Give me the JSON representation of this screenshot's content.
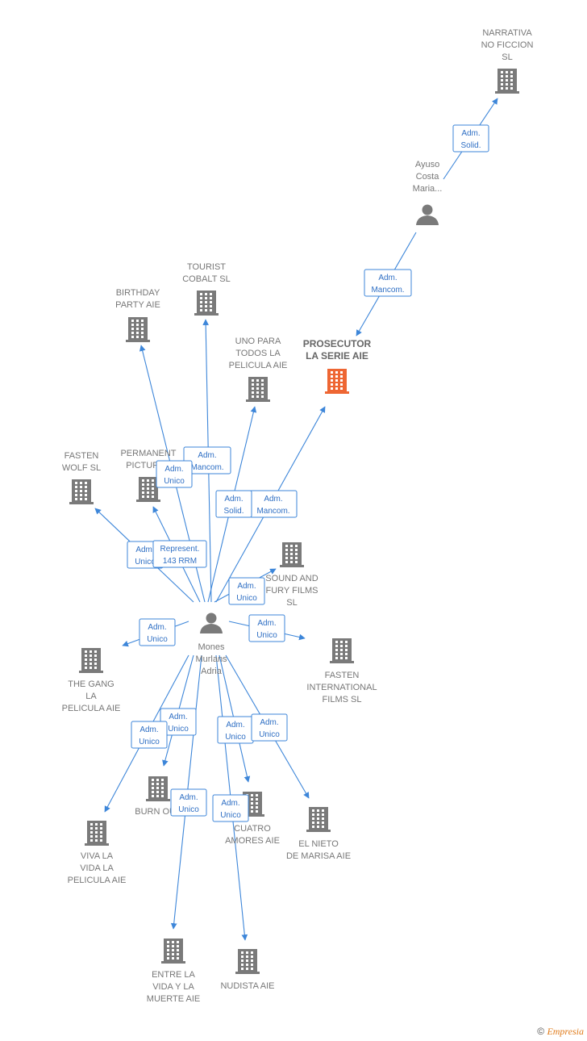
{
  "colors": {
    "edge": "#3d86d9",
    "building": "#7a7a7a",
    "focus_building": "#ee6633",
    "person": "#7a7a7a",
    "brand": "#e07b1a"
  },
  "nodes": [
    {
      "id": "narrativa",
      "kind": "building",
      "icon": "building-icon",
      "label": [
        "NARRATIVA",
        "NO FICCION",
        "SL"
      ]
    },
    {
      "id": "ayuso",
      "kind": "person",
      "icon": "person-icon",
      "label": [
        "Ayuso",
        "Costa",
        "Maria..."
      ]
    },
    {
      "id": "prosecutor",
      "kind": "building",
      "focus": true,
      "icon": "building-icon",
      "label": [
        "PROSECUTOR",
        "LA SERIE AIE"
      ]
    },
    {
      "id": "tourist",
      "kind": "building",
      "icon": "building-icon",
      "label": [
        "TOURIST",
        "COBALT  SL"
      ]
    },
    {
      "id": "birthday",
      "kind": "building",
      "icon": "building-icon",
      "label": [
        "BIRTHDAY",
        "PARTY  AIE"
      ]
    },
    {
      "id": "uno",
      "kind": "building",
      "icon": "building-icon",
      "label": [
        "UNO PARA",
        "TODOS LA",
        "PELICULA  AIE"
      ]
    },
    {
      "id": "fasten_wolf",
      "kind": "building",
      "icon": "building-icon",
      "label": [
        "FASTEN",
        "WOLF  SL"
      ]
    },
    {
      "id": "permanent",
      "kind": "building",
      "icon": "building-icon",
      "label": [
        "PERMANENT",
        "PICTURES"
      ]
    },
    {
      "id": "sound",
      "kind": "building",
      "icon": "building-icon",
      "label": [
        "SOUND AND",
        "FURY FILMS",
        "SL"
      ]
    },
    {
      "id": "mones",
      "kind": "person",
      "icon": "person-icon",
      "label": [
        "Mones",
        "Murlans",
        "Adria"
      ]
    },
    {
      "id": "the_gang",
      "kind": "building",
      "icon": "building-icon",
      "label": [
        "THE GANG",
        "LA",
        "PELICULA  AIE"
      ]
    },
    {
      "id": "fasten_intl",
      "kind": "building",
      "icon": "building-icon",
      "label": [
        "FASTEN",
        "INTERNATIONAL",
        "FILMS  SL"
      ]
    },
    {
      "id": "burn_out",
      "kind": "building",
      "icon": "building-icon",
      "label": [
        "BURN OUT"
      ]
    },
    {
      "id": "cuatro",
      "kind": "building",
      "icon": "building-icon",
      "label": [
        "CUATRO",
        "AMORES  AIE"
      ]
    },
    {
      "id": "nieto",
      "kind": "building",
      "icon": "building-icon",
      "label": [
        "EL NIETO",
        "DE MARISA  AIE"
      ]
    },
    {
      "id": "viva",
      "kind": "building",
      "icon": "building-icon",
      "label": [
        "VIVA LA",
        "VIDA LA",
        "PELICULA  AIE"
      ]
    },
    {
      "id": "entre",
      "kind": "building",
      "icon": "building-icon",
      "label": [
        "ENTRE LA",
        "VIDA Y LA",
        "MUERTE  AIE"
      ]
    },
    {
      "id": "nudista",
      "kind": "building",
      "icon": "building-icon",
      "label": [
        "NUDISTA  AIE"
      ]
    }
  ],
  "edges": [
    {
      "id": "e1",
      "from": "ayuso",
      "to": "narrativa",
      "label": [
        "Adm.",
        "Solid."
      ]
    },
    {
      "id": "e2",
      "from": "ayuso",
      "to": "prosecutor",
      "label": [
        "Adm.",
        "Mancom."
      ]
    },
    {
      "id": "e3",
      "from": "mones",
      "to": "prosecutor",
      "label": [
        "Adm.",
        "Mancom."
      ]
    },
    {
      "id": "e4",
      "from": "mones",
      "to": "tourist",
      "label": [
        "Adm.",
        "Mancom."
      ]
    },
    {
      "id": "e5",
      "from": "mones",
      "to": "birthday",
      "label": [
        "Adm.",
        "Unico"
      ]
    },
    {
      "id": "e6",
      "from": "mones",
      "to": "uno",
      "label": [
        "Adm.",
        "Solid."
      ]
    },
    {
      "id": "e7",
      "from": "mones",
      "to": "fasten_wolf",
      "label": [
        "Adm.",
        "Unico"
      ]
    },
    {
      "id": "e8",
      "from": "mones",
      "to": "permanent",
      "label": [
        "Represent.",
        "143 RRM"
      ]
    },
    {
      "id": "e9",
      "from": "mones",
      "to": "sound",
      "label": [
        "Adm.",
        "Unico"
      ]
    },
    {
      "id": "e10",
      "from": "mones",
      "to": "the_gang",
      "label": [
        "Adm.",
        "Unico"
      ]
    },
    {
      "id": "e11",
      "from": "mones",
      "to": "fasten_intl",
      "label": [
        "Adm.",
        "Unico"
      ]
    },
    {
      "id": "e12",
      "from": "mones",
      "to": "burn_out",
      "label": [
        "Adm.",
        "Unico"
      ]
    },
    {
      "id": "e13",
      "from": "mones",
      "to": "viva",
      "label": [
        "Adm.",
        "Unico"
      ]
    },
    {
      "id": "e14",
      "from": "mones",
      "to": "cuatro",
      "label": [
        "Adm.",
        "Unico"
      ]
    },
    {
      "id": "e15",
      "from": "mones",
      "to": "nieto",
      "label": [
        "Adm.",
        "Unico"
      ]
    },
    {
      "id": "e16",
      "from": "mones",
      "to": "entre",
      "label": [
        "Adm.",
        "Unico"
      ]
    },
    {
      "id": "e17",
      "from": "mones",
      "to": "nudista",
      "label": [
        "Adm.",
        "Unico"
      ]
    }
  ],
  "footer": {
    "copyright": "©",
    "brand": "Empresia"
  }
}
